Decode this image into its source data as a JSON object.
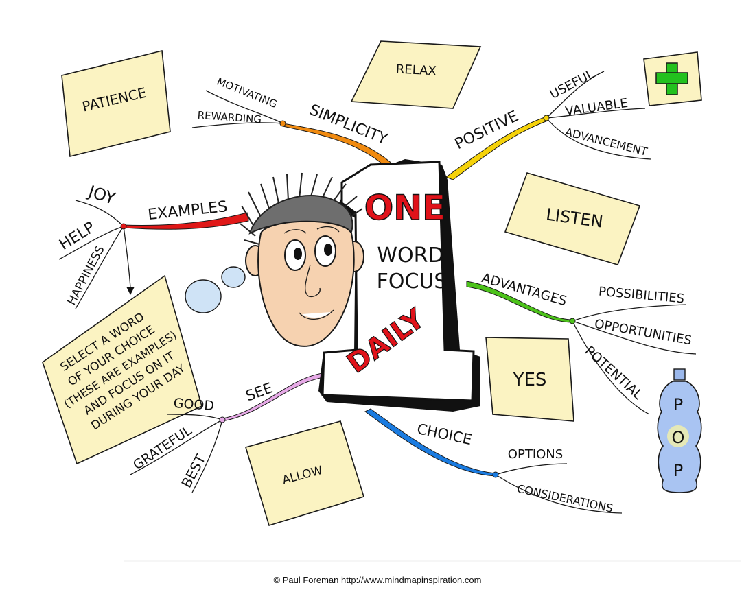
{
  "center": {
    "line1": "ONE",
    "line2": "WORD",
    "line3": "FOCUS",
    "line4": "DAILY"
  },
  "branches": {
    "simplicity": {
      "label": "SIMPLICITY",
      "color": "#f08a10",
      "children": [
        "MOTIVATING",
        "REWARDING"
      ]
    },
    "positive": {
      "label": "POSITIVE",
      "color": "#f5d20a",
      "children": [
        "USEFUL",
        "VALUABLE",
        "ADVANCEMENT"
      ]
    },
    "examples": {
      "label": "EXAMPLES",
      "color": "#e01818",
      "children": [
        "JOY",
        "HELP",
        "HAPPINESS"
      ]
    },
    "advantages": {
      "label": "ADVANTAGES",
      "color": "#4cc21a",
      "children": [
        "POSSIBILITIES",
        "OPPORTUNITIES",
        "POTENTIAL"
      ]
    },
    "see": {
      "label": "SEE",
      "color": "#e6a9e6",
      "children": [
        "GOOD",
        "GRATEFUL",
        "BEST"
      ]
    },
    "choice": {
      "label": "CHOICE",
      "color": "#1a7be0",
      "children": [
        "OPTIONS",
        "CONSIDERATIONS"
      ]
    }
  },
  "notes": {
    "patience": "PATIENCE",
    "relax": "RELAX",
    "listen": "LISTEN",
    "yes": "YES",
    "allow": "ALLOW",
    "select": [
      "SELECT A WORD",
      "OF YOUR CHOICE",
      "(THESE ARE EXAMPLES)",
      "AND FOCUS ON IT",
      "DURING YOUR DAY"
    ]
  },
  "bottle_letters": [
    "P",
    "O",
    "P"
  ],
  "credit": "© Paul Foreman http://www.mindmapinspiration.com",
  "colors": {
    "note": "#fbf3c2",
    "skin": "#f6d2b0",
    "plus": "#22c11e",
    "bottle": "#a9c4f2",
    "one_red": "#e0121a",
    "daily_red": "#e0121a"
  }
}
